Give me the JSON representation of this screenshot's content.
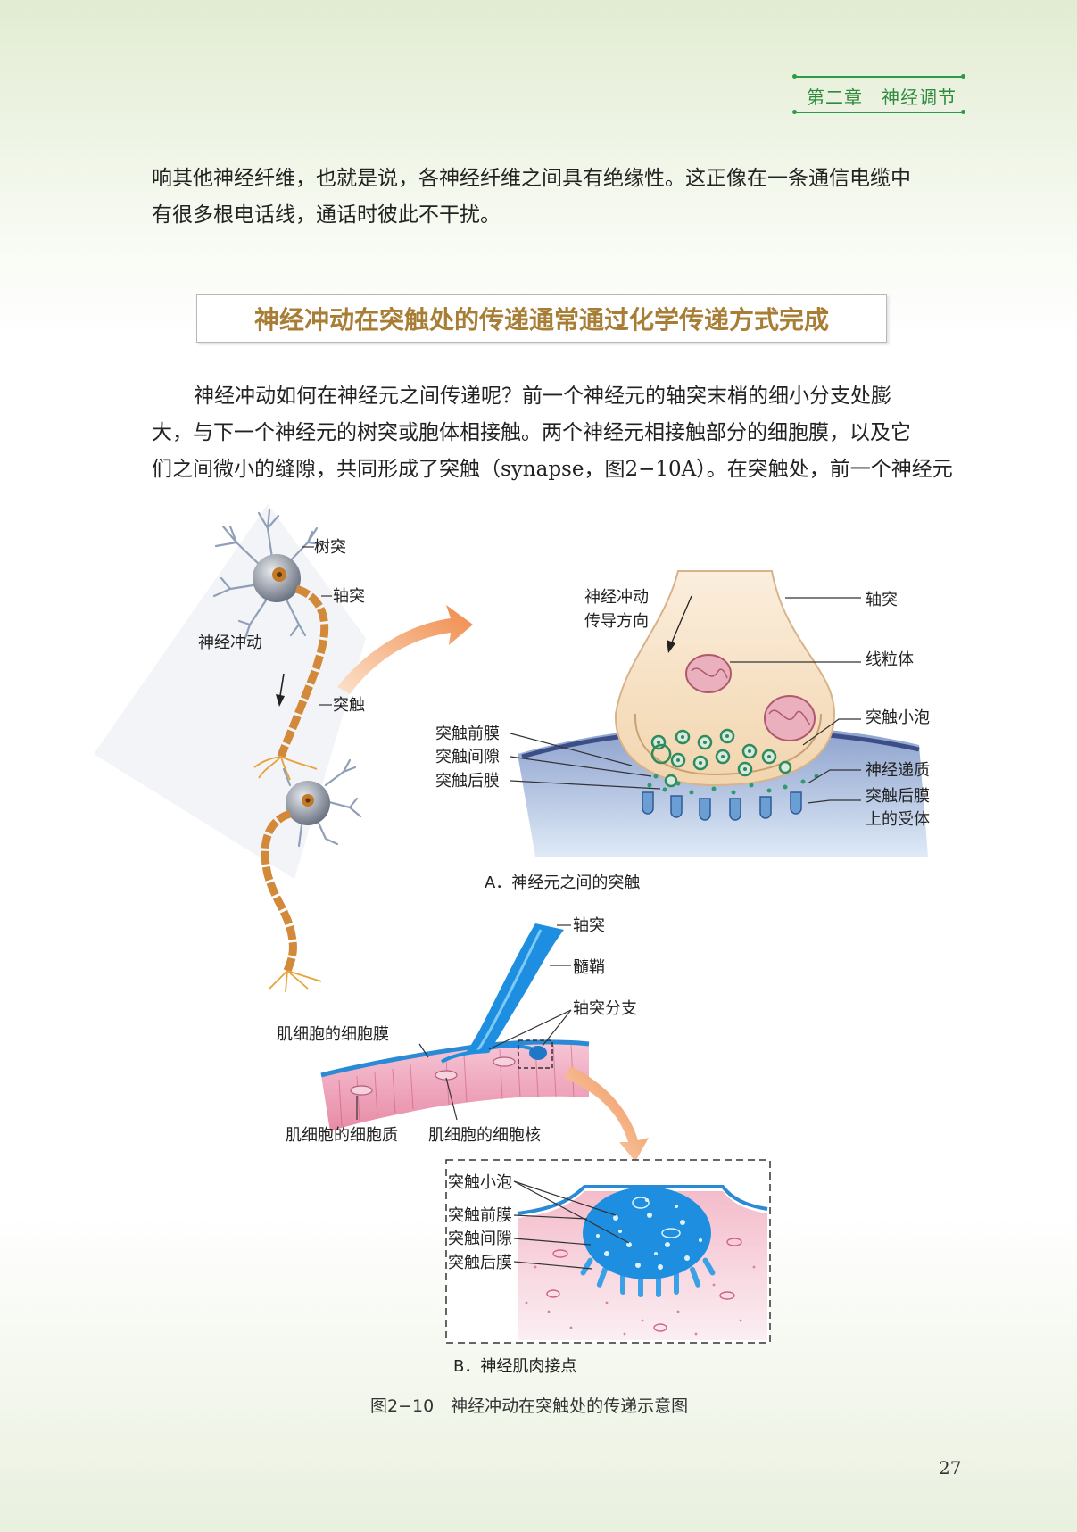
{
  "header": {
    "chapter": "第二章",
    "section": "神经调节"
  },
  "para1": {
    "line1": "响其他神经纤维，也就是说，各神经纤维之间具有绝缘性。这正像在一条通信电缆中",
    "line2": "有很多根电话线，通话时彼此不干扰。"
  },
  "section_heading": "神经冲动在突触处的传递通常通过化学传递方式完成",
  "para2": {
    "line1": "神经冲动如何在神经元之间传递呢？前一个神经元的轴突末梢的细小分支处膨",
    "line2": "大，与下一个神经元的树突或胞体相接触。两个神经元相接触部分的细胞膜，以及它",
    "line3": "们之间微小的缝隙，共同形成了突触（synapse，图2−10A）。在突触处，前一个神经元"
  },
  "figure": {
    "panel_a": {
      "neuron_labels": {
        "dendrite": "树突",
        "axon": "轴突",
        "impulse": "神经冲动",
        "synapse": "突触"
      },
      "detail_labels": {
        "direction_l1": "神经冲动",
        "direction_l2": "传导方向",
        "axon": "轴突",
        "mitochondrion": "线粒体",
        "vesicle": "突触小泡",
        "presynaptic": "突触前膜",
        "cleft": "突触间隙",
        "postsynaptic": "突触后膜",
        "transmitter": "神经递质",
        "receptor_l1": "突触后膜",
        "receptor_l2": "上的受体"
      },
      "caption": "A．神经元之间的突触"
    },
    "panel_b": {
      "labels": {
        "axon": "轴突",
        "myelin": "髓鞘",
        "branch": "轴突分支",
        "muscle_membrane": "肌细胞的细胞膜",
        "cytoplasm": "肌细胞的细胞质",
        "nucleus": "肌细胞的细胞核"
      },
      "inset_labels": {
        "vesicle": "突触小泡",
        "presynaptic": "突触前膜",
        "cleft": "突触间隙",
        "postsynaptic": "突触后膜"
      },
      "caption": "B．神经肌肉接点"
    },
    "caption": "图2−10　神经冲动在突触处的传递示意图"
  },
  "page_number": "27"
}
